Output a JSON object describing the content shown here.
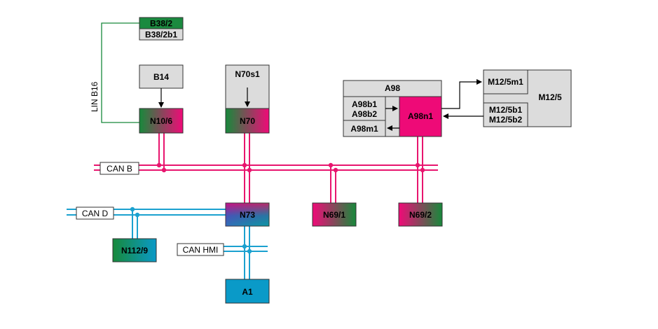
{
  "colors": {
    "can_b": "#e8156e",
    "can_d": "#1ba1cf",
    "can_hmi": "#1ba1cf",
    "lin": "#17893b",
    "green": "#1a8a3f",
    "magenta": "#ee0a77",
    "blue": "#0a9ac8",
    "gray": "#dcdcdc"
  },
  "buses": {
    "can_b": "CAN B",
    "can_d": "CAN D",
    "can_hmi": "CAN HMI",
    "lin": "LIN B16"
  },
  "modules": {
    "b38_2": "B38/2",
    "b38_2b1": "B38/2b1",
    "b14": "B14",
    "n10_6": "N10/6",
    "n70s1": "N70s1",
    "n70": "N70",
    "a98": "A98",
    "a98b1": "A98b1",
    "a98b2": "A98b2",
    "a98m1": "A98m1",
    "a98n1": "A98n1",
    "m12_5": "M12/5",
    "m12_5m1": "M12/5m1",
    "m12_5b1": "M12/5b1",
    "m12_5b2": "M12/5b2",
    "n73": "N73",
    "n69_1": "N69/1",
    "n69_2": "N69/2",
    "n112_9": "N112/9",
    "a1": "A1"
  }
}
